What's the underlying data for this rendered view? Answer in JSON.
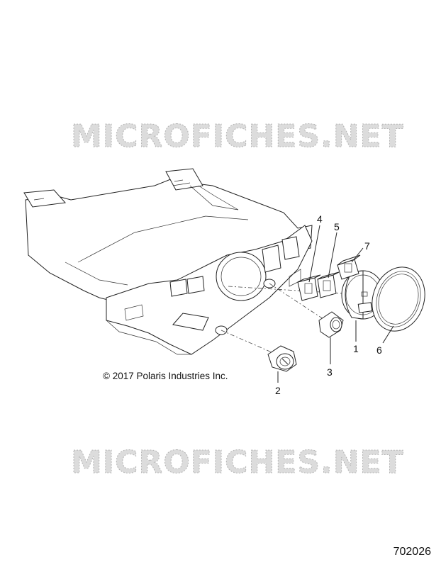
{
  "watermark": {
    "text": "MICROFICHES.NET"
  },
  "copyright": "© 2017 Polaris Industries Inc.",
  "diagram_number": "702026",
  "callouts": [
    {
      "id": "1",
      "label": "1"
    },
    {
      "id": "2",
      "label": "2"
    },
    {
      "id": "3",
      "label": "3"
    },
    {
      "id": "4",
      "label": "4"
    },
    {
      "id": "5",
      "label": "5"
    },
    {
      "id": "6",
      "label": "6"
    },
    {
      "id": "7",
      "label": "7"
    }
  ]
}
